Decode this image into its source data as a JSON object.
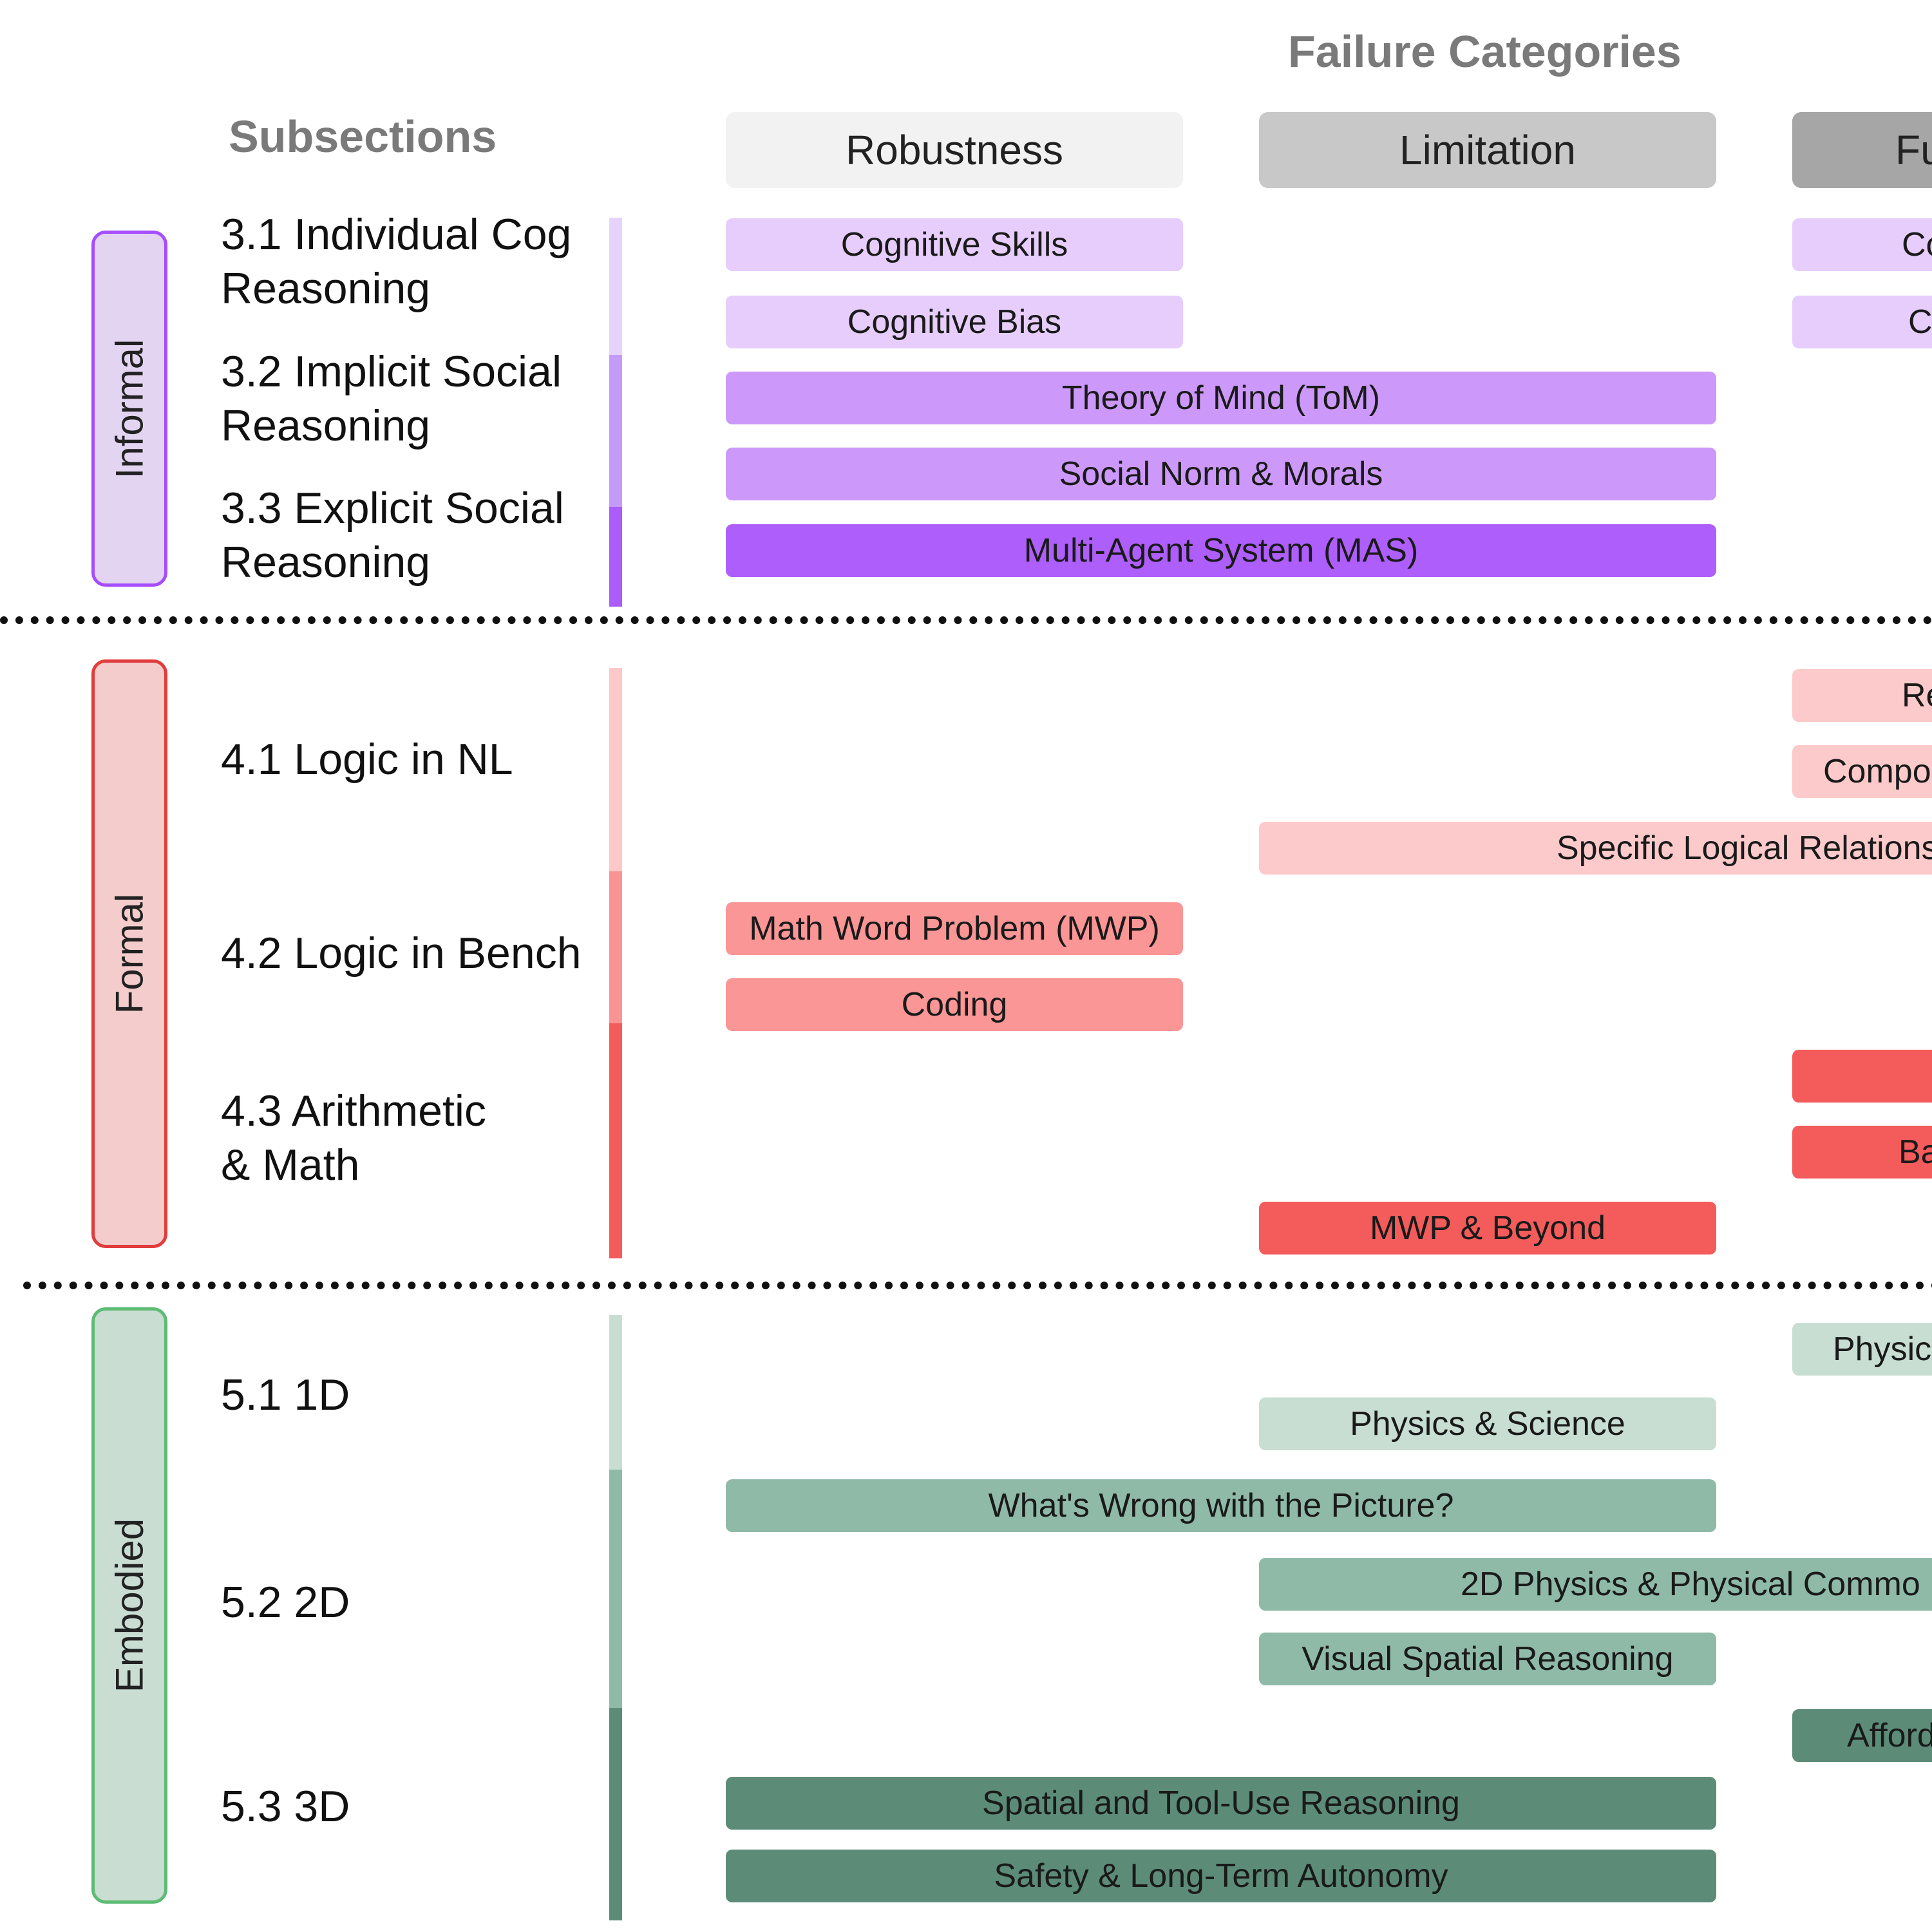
{
  "header": {
    "failure_categories": "Failure Categories",
    "subsections": "Subsections"
  },
  "categories": [
    "Robustness",
    "Limitation",
    "Fu"
  ],
  "sections": [
    {
      "label": "Informal",
      "border_color": "#a64dff",
      "fill_color": "#e3d5f2",
      "subsections": [
        "3.1 Individual Cog\nReasoning",
        "3.2 Implicit Social\nReasoning",
        "3.3 Explicit Social\nReasoning"
      ],
      "bar_colors": [
        "#e6d3fb",
        "#c59bf9",
        "#ab5cfa"
      ]
    },
    {
      "label": "Formal",
      "border_color": "#e03c3c",
      "fill_color": "#f4cccc",
      "subsections": [
        "4.1 Logic in NL",
        "4.2 Logic in Bench",
        "4.3 Arithmetic\n& Math"
      ],
      "bar_colors": [
        "#fcc8c8",
        "#fa9494",
        "#f45b5b"
      ]
    },
    {
      "label": "Embodied",
      "border_color": "#5dbb74",
      "fill_color": "#c9ddd3",
      "subsections": [
        "5.1 1D",
        "5.2 2D",
        "5.3 3D"
      ],
      "bar_colors": [
        "#c8ded3",
        "#8fbaa8",
        "#5c8c78"
      ]
    }
  ],
  "pills": [
    {
      "text": "Cognitive Skills",
      "color": "#e6cdfb"
    },
    {
      "text": "Cognitive Bias",
      "color": "#e6cdfb"
    },
    {
      "text": "Co",
      "color": "#e6cdfb"
    },
    {
      "text": "C",
      "color": "#e6cdfb"
    },
    {
      "text": "Theory of Mind (ToM)",
      "color": "#cc99fa"
    },
    {
      "text": "Social Norm & Morals",
      "color": "#cc99fa"
    },
    {
      "text": "Multi-Agent System (MAS)",
      "color": "#ae5efa"
    },
    {
      "text": "Re",
      "color": "#fccaca"
    },
    {
      "text": "Compo",
      "color": "#fccaca"
    },
    {
      "text": "Specific Logical Relations",
      "color": "#fccaca"
    },
    {
      "text": "Math Word Problem (MWP)",
      "color": "#fa9696"
    },
    {
      "text": "Coding",
      "color": "#fa9696"
    },
    {
      "text": "",
      "color": "#f45b5b"
    },
    {
      "text": "Ba",
      "color": "#f45b5b"
    },
    {
      "text": "MWP & Beyond",
      "color": "#f45b5b"
    },
    {
      "text": "Physic",
      "color": "#c8ded3"
    },
    {
      "text": "Physics & Science",
      "color": "#c8ded3"
    },
    {
      "text": "What's Wrong with the Picture?",
      "color": "#8fbaa8"
    },
    {
      "text": "2D Physics & Physical Commo",
      "color": "#8fbaa8"
    },
    {
      "text": "Visual Spatial Reasoning",
      "color": "#8fbaa8"
    },
    {
      "text": "Afford",
      "color": "#5c8c78"
    },
    {
      "text": "Spatial and Tool-Use Reasoning",
      "color": "#5c8c78"
    },
    {
      "text": "Safety & Long-Term Autonomy",
      "color": "#5c8c78"
    }
  ],
  "category_colors": [
    "#f2f2f2",
    "#c8c8c8",
    "#a6a6a6"
  ]
}
